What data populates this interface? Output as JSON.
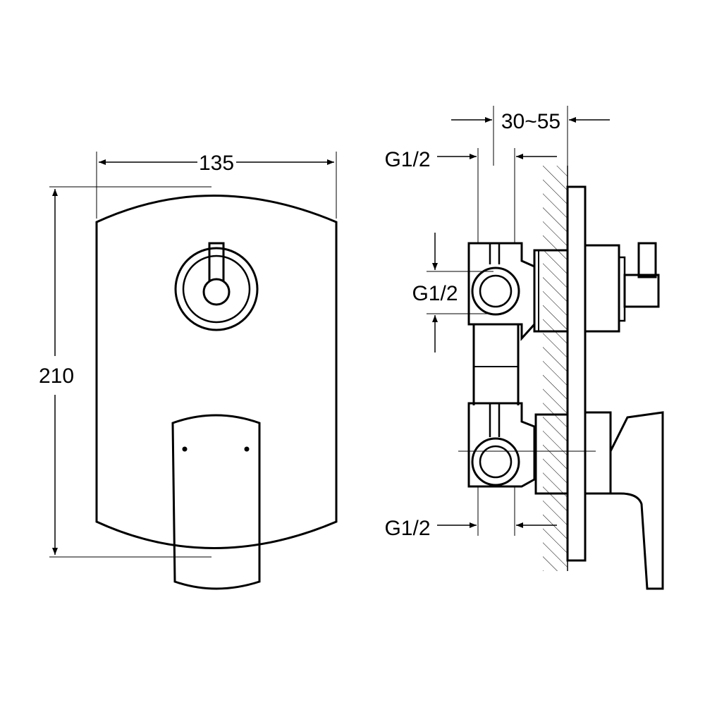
{
  "drawing": {
    "front_view": {
      "width_label": "135",
      "height_label": "210"
    },
    "side_view": {
      "depth_label": "30~55",
      "connection_top_label": "G1/2",
      "connection_middle_label": "G1/2",
      "connection_bottom_label": "G1/2"
    }
  },
  "colors": {
    "line": "#000000",
    "background": "#ffffff"
  }
}
